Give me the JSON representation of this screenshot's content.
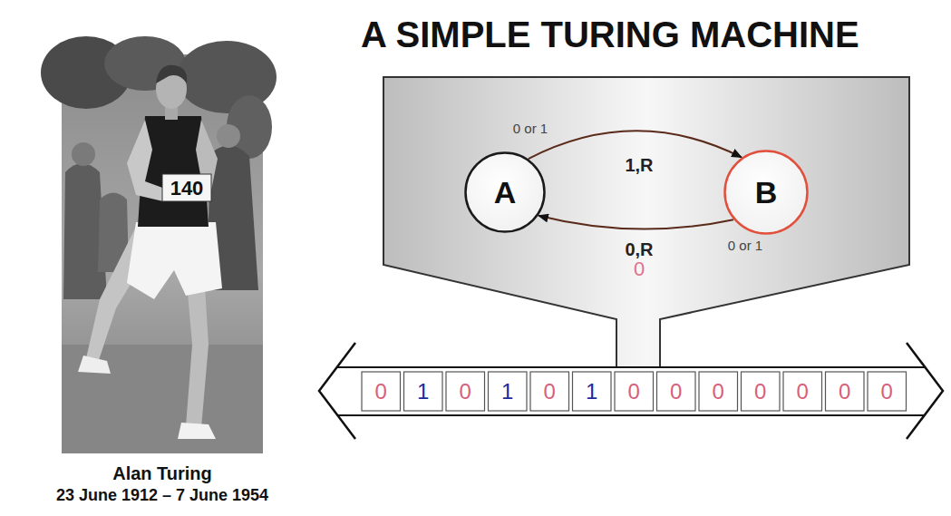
{
  "diagram": {
    "title": "A SIMPLE TURING MACHINE",
    "caption": "Alan Turing",
    "nodes": [
      {
        "text": [
          "A"
        ]
      },
      {
        "text": [
          "B"
        ]
      }
    ],
    "edges": [
      {
        "from": 0,
        "to": 1,
        "arrow": "to",
        "label": "1,R"
      },
      {
        "from": 1,
        "to": 0,
        "arrow": "to",
        "label": "0,R"
      }
    ],
    "labels": [
      "140",
      "23 June 1912 – 7 June 1954",
      "0 or 1",
      "0 or 1",
      "0",
      "0",
      "1",
      "0",
      "1",
      "0",
      "1",
      "0",
      "0",
      "0",
      "0",
      "0",
      "0",
      "0"
    ]
  }
}
